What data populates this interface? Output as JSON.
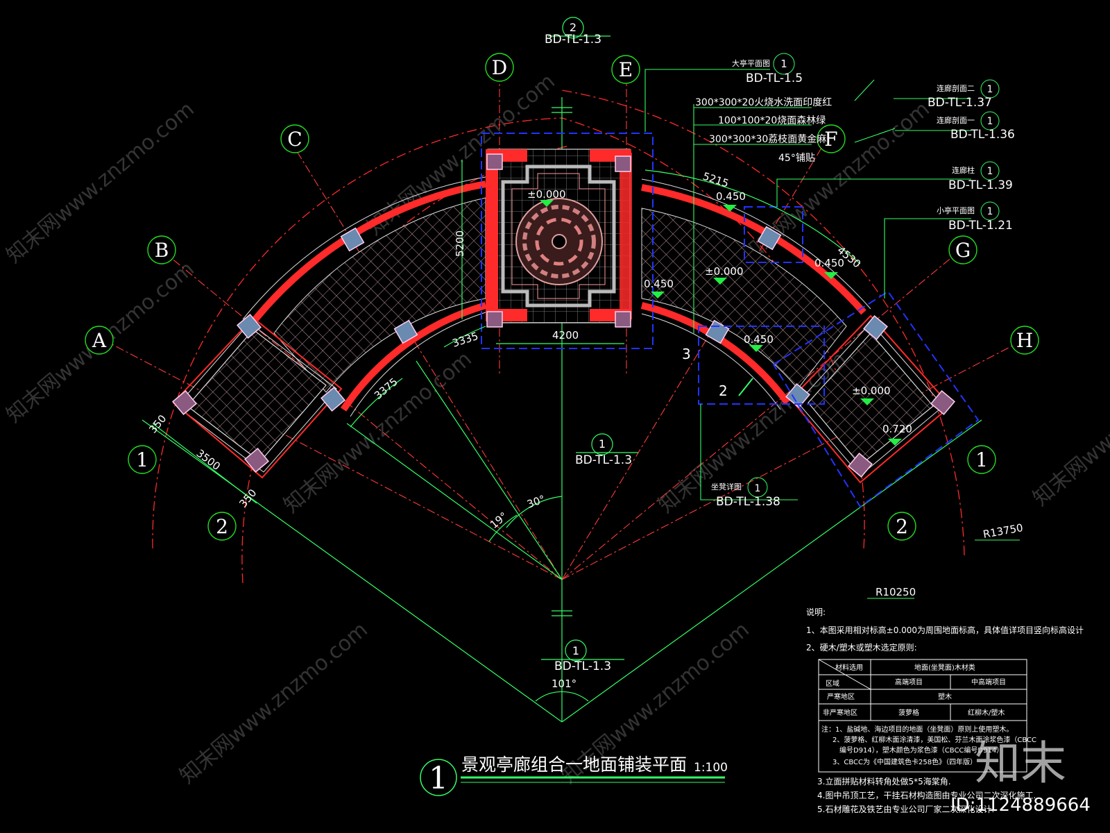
{
  "colors": {
    "background": "#000000",
    "axis_line": "#ff3b3b",
    "axis_bubble": "#22dd22",
    "dimension": "#33ff66",
    "paving": "#ff2a2a",
    "boundary_blue": "#2233ff",
    "text": "#ffffff",
    "leader": "#00ff66",
    "table_line": "#ffffff"
  },
  "axes": {
    "A": "A",
    "B": "B",
    "C": "C",
    "D": "D",
    "E": "E",
    "F": "F",
    "G": "G",
    "H": "H",
    "one_left": "1",
    "two_left": "2",
    "one_right": "1",
    "two_right": "2"
  },
  "refs": {
    "top_section": {
      "num": "2",
      "code": "BD-TL-1.3"
    },
    "mid_section": {
      "num": "1",
      "code": "BD-TL-1.3"
    },
    "bottom_section": {
      "num": "1",
      "code": "BD-TL-1.3"
    },
    "big_pavilion": {
      "label": "大亭平面图",
      "num": "1",
      "code": "BD-TL-1.5"
    },
    "corridor_sec2": {
      "label": "连廊剖面二",
      "num": "1",
      "code": "BD-TL-1.37"
    },
    "corridor_sec1": {
      "label": "连廊剖面一",
      "num": "1",
      "code": "BD-TL-1.36"
    },
    "corridor_col": {
      "label": "连廊柱",
      "num": "1",
      "code": "BD-TL-1.39"
    },
    "small_pavilion": {
      "label": "小亭平面图",
      "num": "1",
      "code": "BD-TL-1.21"
    },
    "seat_detail": {
      "label": "坐凳详图",
      "num": "1",
      "code": "BD-TL-1.38"
    }
  },
  "materials": {
    "m1": "300*300*20火烧水洗面印度红",
    "m2": "100*100*20烧面森林绿",
    "m3": "300*300*30荔枝面黄金麻",
    "m4": "45°铺贴"
  },
  "elevations": {
    "center": "±0.000",
    "right_a": "±0.000",
    "right_b": "±0.000",
    "e1": "0.450",
    "e2": "0.450",
    "e3": "0.450",
    "e4": "0.450",
    "e5": "0.720"
  },
  "dimensions": {
    "d5200": "5200",
    "d4200": "4200",
    "d5215": "5215",
    "d4530": "4530",
    "d3335": "3335",
    "d3375": "3375",
    "d350a": "350",
    "d3500": "3500",
    "d350b": "350",
    "ang19": "19°",
    "ang30": "30°",
    "ang101": "101°",
    "r13750": "R13750",
    "r10250": "R10250"
  },
  "marks": {
    "m3": "3",
    "m2": "2"
  },
  "notes": {
    "title": "说明:",
    "n1": "1、本图采用相对标高±0.000为周围地面标高，具体值详项目竖向标高设计",
    "n2": "2、硬木/塑木或塑木选定原则:",
    "n3": "3.立面拼贴材料转角处做5*5海棠角.",
    "n4": "4.图中吊顶工艺，干挂石材构造图由专业公司二次深化施工.",
    "n5": "5.石材雕花及铁艺由专业公司厂家二次深化设计."
  },
  "table": {
    "h_cat": "材料选用",
    "h_region": "区域",
    "h_group": "地面(坐凳面)木材类",
    "h_high": "高端项目",
    "h_mid": "中高端项目",
    "r1_label": "严寒地区",
    "r1_val": "塑木",
    "r2_label": "非严寒地区",
    "r2_high": "菠萝格",
    "r2_mid": "红柳木/塑木",
    "note1": "注：1、盐碱地、海边项目的地面（坐凳面）原则上使用塑木。",
    "note2": "2、菠萝格、红柳木面涂清漆，美国松、芬兰木面涂浆色漆（CBCC",
    "note3": "编号D914），塑木颜色为浆色漆（CBCC编号D914）",
    "note4": "3、CBCC为《中国建筑色卡258色》（四年版）"
  },
  "title_block": {
    "num": "1",
    "title": "景观亭廊组合一地面铺装平面",
    "scale": "1:100"
  },
  "watermarks": {
    "site": "知末网www.znzmo.com",
    "logo": "知末",
    "id": "ID:1124889664"
  }
}
